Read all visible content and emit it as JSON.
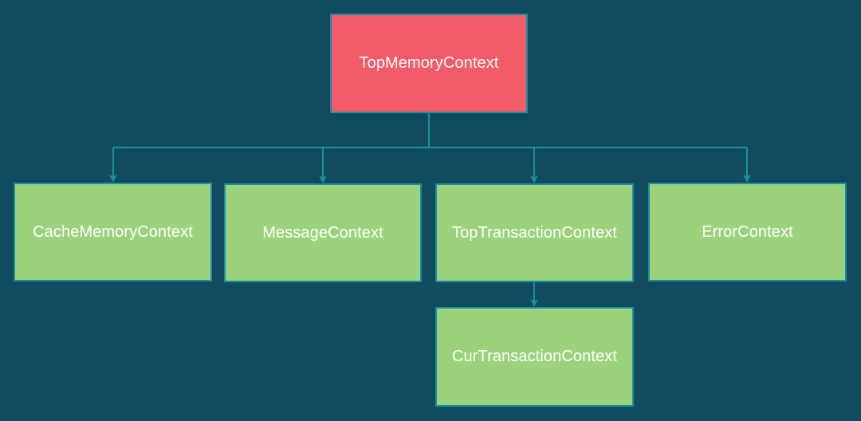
{
  "diagram": {
    "background_color": "#114b5f",
    "root_color": "#f45b69",
    "child_color": "#9cd27c",
    "edge_color": "#1a8fa0",
    "nodes": {
      "root": "TopMemoryContext",
      "cache": "CacheMemoryContext",
      "message": "MessageContext",
      "top_transaction": "TopTransactionContext",
      "error": "ErrorContext",
      "cur_transaction": "CurTransactionContext"
    },
    "edges": [
      {
        "from": "TopMemoryContext",
        "to": "CacheMemoryContext"
      },
      {
        "from": "TopMemoryContext",
        "to": "MessageContext"
      },
      {
        "from": "TopMemoryContext",
        "to": "TopTransactionContext"
      },
      {
        "from": "TopMemoryContext",
        "to": "ErrorContext"
      },
      {
        "from": "TopTransactionContext",
        "to": "CurTransactionContext"
      }
    ]
  }
}
